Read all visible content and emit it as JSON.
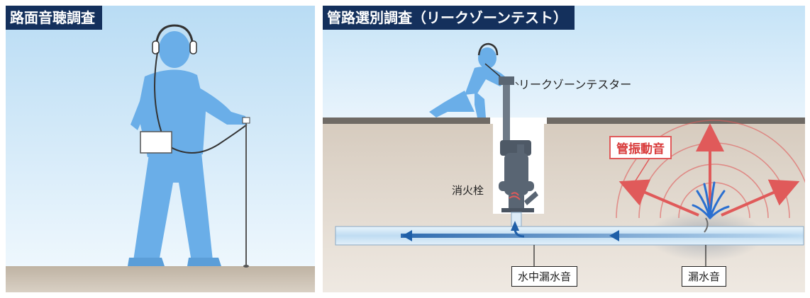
{
  "left_panel": {
    "title": "路面音聴調査"
  },
  "right_panel": {
    "title": "管路選別調査（リークゾーンテスト）",
    "labels": {
      "tester": "リークゾーンテスター",
      "hydrant": "消火栓",
      "pipe_vibration": "管振動音",
      "underwater_leak_sound": "水中漏水音",
      "leak_sound": "漏水音"
    }
  },
  "colors": {
    "title_bg": "#14305c",
    "sky_top": "#c5e3f7",
    "ground": "#c9beb0",
    "figure": "#6aaee8",
    "pipe": "#cfe6f6",
    "water_arrow": "#1f5fa8",
    "vibration": "#e05a5a"
  }
}
